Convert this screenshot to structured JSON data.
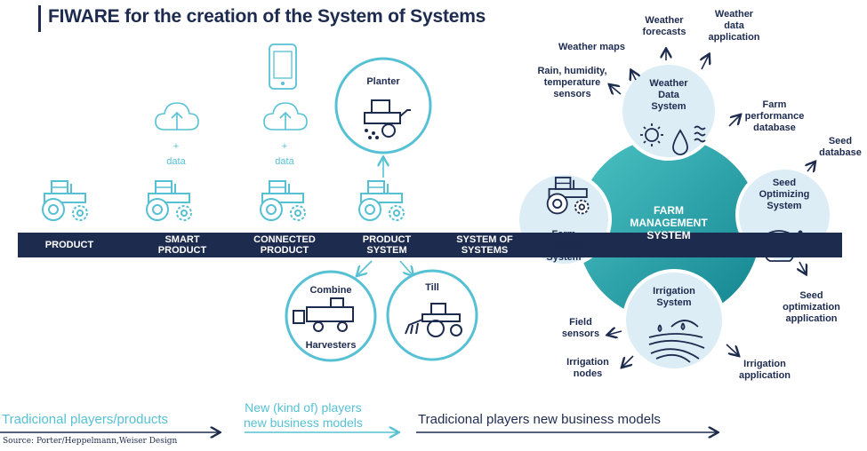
{
  "title": "FIWARE for the creation of the System of Systems",
  "stages": [
    "PRODUCT",
    "SMART\nPRODUCT",
    "CONNECTED\nPRODUCT",
    "PRODUCT\nSYSTEM",
    "SYSTEM OF\nSYSTEMS"
  ],
  "smart": {
    "plus": "+",
    "data": "data"
  },
  "connected": {
    "plus": "+",
    "data": "data"
  },
  "product_system": {
    "planter": "Planter",
    "combine": "Combine",
    "harvesters": "Harvesters",
    "till": "Till"
  },
  "hub": {
    "center": "FARM\nMANAGEMENT\nSYSTEM",
    "weather": "Weather\nData\nSystem",
    "seed": "Seed\nOptimizing\nSystem",
    "irrigation": "Irrigation\nSystem",
    "equipment": "Farm\nEquipment\nSystem"
  },
  "annotations": {
    "weather_maps": "Weather maps",
    "weather_forecasts": "Weather\nforecasts",
    "weather_app": "Weather\ndata\napplication",
    "rain_sensors": "Rain, humidity,\ntemperature\nsensors",
    "farm_performance": "Farm\nperformance\ndatabase",
    "seed_database": "Seed\ndatabase",
    "seed_app": "Seed\noptimization\napplication",
    "field_sensors": "Field\nsensors",
    "irrigation_nodes": "Irrigation\nnodes",
    "irrigation_app": "Irrigation\napplication"
  },
  "bottom": {
    "traditional": "Tradicional players/products",
    "new_players": "New (kind of) players\nnew business models",
    "traditional_new": "Tradicional players new business models"
  },
  "source": "Source: Porter/Heppelmann,Weiser Design",
  "colors": {
    "navy": "#1d2b4f",
    "teal": "#1a9aa6",
    "light_blue": "#56c1d4",
    "circle_fill": "#dcedf6"
  }
}
